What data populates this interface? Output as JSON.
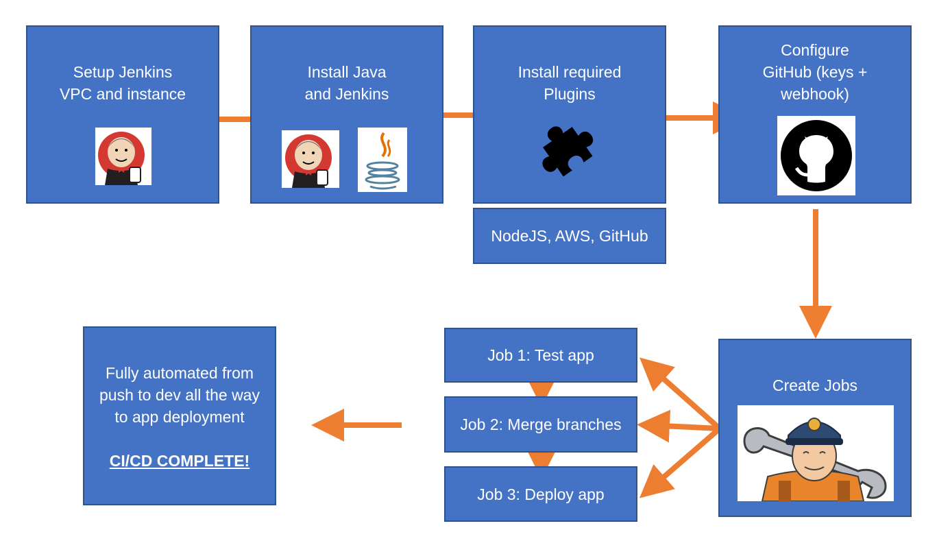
{
  "steps": {
    "setup": {
      "label_line1": "Setup Jenkins",
      "label_line2": "VPC and instance",
      "icon": "jenkins-butler-icon"
    },
    "install": {
      "label_line1": "Install Java",
      "label_line2": "and Jenkins",
      "icons": [
        "jenkins-butler-icon",
        "java-icon"
      ]
    },
    "plugins": {
      "label_line1": "Install required",
      "label_line2": "Plugins",
      "icon": "puzzle-piece-icon",
      "note": "NodeJS, AWS, GitHub"
    },
    "github": {
      "label_line1": "Configure",
      "label_line2": "GitHub (keys +",
      "label_line3": "webhook)",
      "icon": "github-icon"
    },
    "jobs": {
      "label": "Create Jobs",
      "icon": "jenkins-mechanic-icon"
    }
  },
  "job_list": [
    {
      "label": "Job 1: Test app"
    },
    {
      "label": "Job 2: Merge branches"
    },
    {
      "label": "Job 3: Deploy app"
    }
  ],
  "final": {
    "line1": "Fully automated from",
    "line2": "push to dev all the way",
    "line3": "to app deployment",
    "emphasis": "CI/CD COMPLETE!"
  },
  "colors": {
    "box_fill": "#4472c4",
    "box_border": "#2f528f",
    "arrow": "#ed7d31",
    "text": "#ffffff"
  }
}
